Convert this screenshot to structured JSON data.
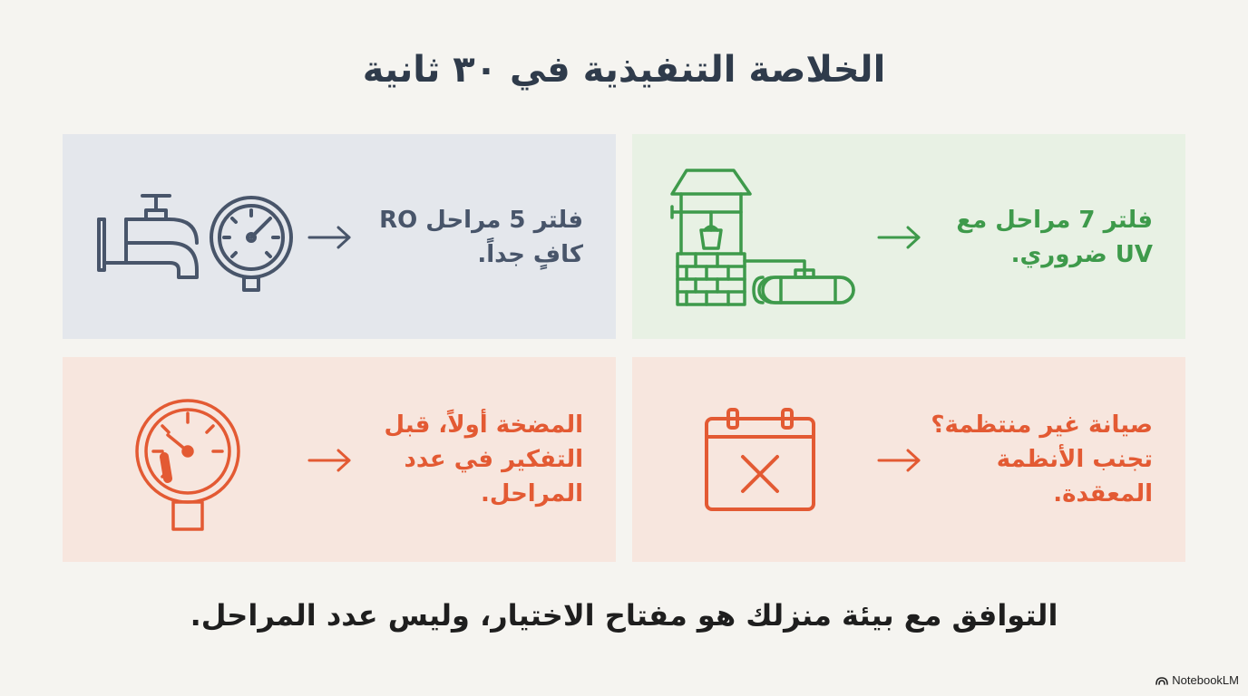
{
  "title": "الخلاصة التنفيذية في ٣٠ ثانية",
  "cards": {
    "top_left": {
      "text": "فلتر 5 مراحل RO\nكافٍ جداً.",
      "icon": "faucet-pressure-gauge-icon",
      "color": "#48556a"
    },
    "top_right": {
      "text": "فلتر 7 مراحل مع\nUV ضروري.",
      "icon": "well-water-tank-icon",
      "color": "#3e9a4b"
    },
    "bottom_left": {
      "text": "المضخة أولاً، قبل\nالتفكير في عدد\nالمراحل.",
      "icon": "low-pressure-gauge-icon",
      "color": "#e35a33"
    },
    "bottom_right": {
      "text": "صيانة غير منتظمة؟\nتجنب الأنظمة\nالمعقدة.",
      "icon": "calendar-cancel-icon",
      "color": "#e35a33"
    }
  },
  "footer_line": "التوافق مع بيئة منزلك هو مفتاح الاختيار، وليس عدد المراحل.",
  "brand": {
    "label": "NotebookLM",
    "icon": "notebooklm-logo-icon"
  }
}
